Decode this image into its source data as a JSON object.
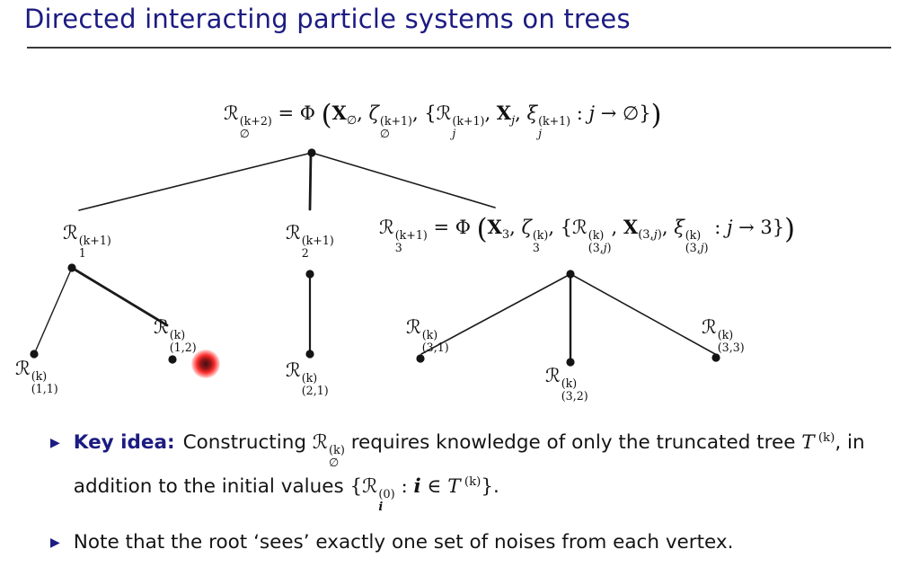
{
  "title": "Directed interacting particle systems on trees",
  "colors": {
    "accent_navy": "#1c1b82",
    "text": "#141414",
    "laser_red": "#ff2323",
    "edge": "#1a1a1a"
  },
  "icons": {
    "bullet": "▶",
    "laser": "laser-pointer-dot",
    "node": "filled-circle"
  },
  "tree": {
    "root_eq_html": "ℛ<span class='ss'><sup>(k+2)</sup><sub>∅</sub></span> = Φ <span class='p'>(</span><b>X</b><sub>∅</sub>, <i>ζ</i><span class='ss'><sup>(k+1)</sup><sub>∅</sub></span>, {ℛ<span class='ss'><sup>(k+1)</sup><sub><i>j</i></sub></span>, <b>X</b><sub><i>j</i></sub>, <i>ξ</i><span class='ss'><sup>(k+1)</sup><sub><i>j</i></sub></span> : <i>j</i> → ∅}<span class='p'>)</span>",
    "node1_html": "ℛ<span class='ss'><sup>(k+1)</sup><sub>1</sub></span>",
    "node2_html": "ℛ<span class='ss'><sup>(k+1)</sup><sub>2</sub></span>",
    "node3_eq_html": "ℛ<span class='ss'><sup>(k+1)</sup><sub>3</sub></span> = Φ <span class='p'>(</span><b>X</b><sub>3</sub>, <i>ζ</i><span class='ss'><sup>(k)</sup><sub>3</sub></span>, {ℛ<span class='ss'><sup>(k)</sup><sub>(3,<i>j</i>)</sub></span>, <b>X</b><sub>(3,<i>j</i>)</sub>, <i>ξ</i><span class='ss'><sup>(k)</sup><sub>(3,<i>j</i>)</sub></span> : <i>j</i> → 3}<span class='p'>)</span>",
    "leaf_1_1_html": "ℛ<span class='ss'><sup>(k)</sup><sub>(1,1)</sub></span>",
    "leaf_1_2_html": "ℛ<span class='ss'><sup>(k)</sup><sub>(1,2)</sub></span>",
    "leaf_2_1_html": "ℛ<span class='ss'><sup>(k)</sup><sub>(2,1)</sub></span>",
    "leaf_3_1_html": "ℛ<span class='ss'><sup>(k)</sup><sub>(3,1)</sub></span>",
    "leaf_3_2_html": "ℛ<span class='ss'><sup>(k)</sup><sub>(3,2)</sub></span>",
    "leaf_3_3_html": "ℛ<span class='ss'><sup>(k)</sup><sub>(3,3)</sub></span>"
  },
  "bullets": [
    {
      "label": "Key idea:",
      "text_html": "Constructing <span class='math'>ℛ<span class='ss'><sup>(k)</sup><sub>∅</sub></span></span> requires knowledge of only the truncated tree <span class='math'><i>T</i><sup> (k)</sup></span>, in addition to the initial values <span class='math'>{ℛ<span class='ss'><sup>(0)</sup><sub><b><i>i</i></b></sub></span> : <b><i>i</i></b> ∈ <i>T</i><sup> (k)</sup>}</span>."
    },
    {
      "label": "",
      "text": "Note that the root ‘sees’ exactly one set of noises from each vertex."
    }
  ]
}
